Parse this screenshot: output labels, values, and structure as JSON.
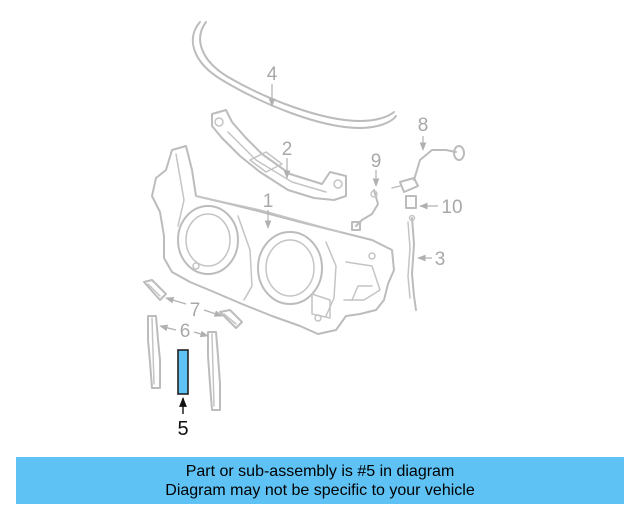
{
  "diagram": {
    "callouts": [
      "1",
      "2",
      "3",
      "4",
      "5",
      "6",
      "7",
      "8",
      "9",
      "10"
    ],
    "highlight_color": "#5ec2f5",
    "highlighted_part": "5"
  },
  "banner": {
    "line1": "Part or sub-assembly is #5 in diagram",
    "line2": "Diagram may not be specific to your vehicle",
    "background": "#5ec2f5"
  }
}
